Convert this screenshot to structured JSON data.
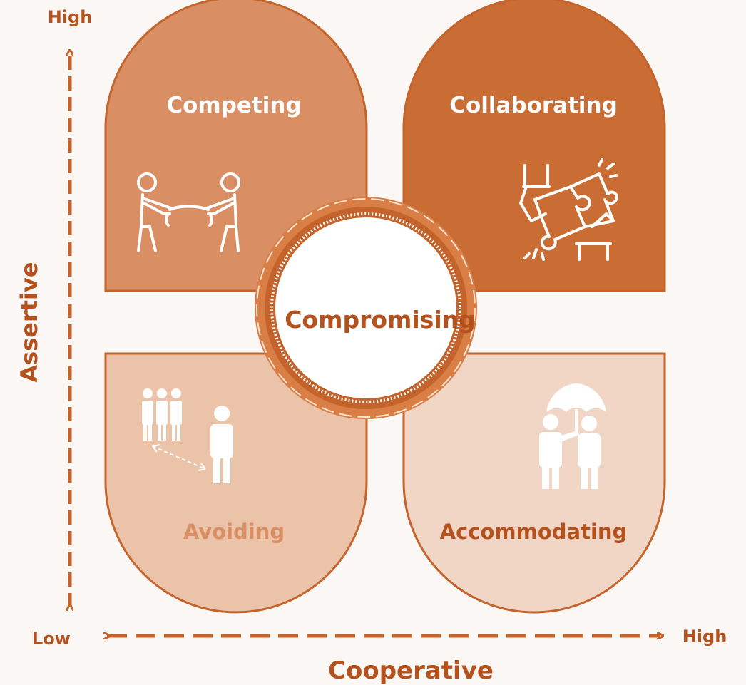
{
  "axes": {
    "y_high": "High",
    "y_label": "Assertive",
    "x_low": "Low",
    "x_high": "High",
    "x_label": "Cooperative"
  },
  "quadrants": {
    "competing": {
      "label": "Competing",
      "fill": "#d98f63",
      "icon": "tug-of-war-icon"
    },
    "collaborating": {
      "label": "Collaborating",
      "fill": "#c96d35",
      "icon": "puzzle-hands-icon"
    },
    "avoiding": {
      "label": "Avoiding",
      "fill": "#ebc3a8",
      "icon": "avoiding-people-icon"
    },
    "accommodating": {
      "label": "Accommodating",
      "fill": "#f1d6c6",
      "icon": "umbrella-people-icon"
    }
  },
  "center": {
    "label": "Compromising"
  },
  "colors": {
    "accent": "#c4642c",
    "text_dark": "#b4511c",
    "outline": "#c4642c",
    "background": "#fbf7f4",
    "white": "#ffffff"
  }
}
